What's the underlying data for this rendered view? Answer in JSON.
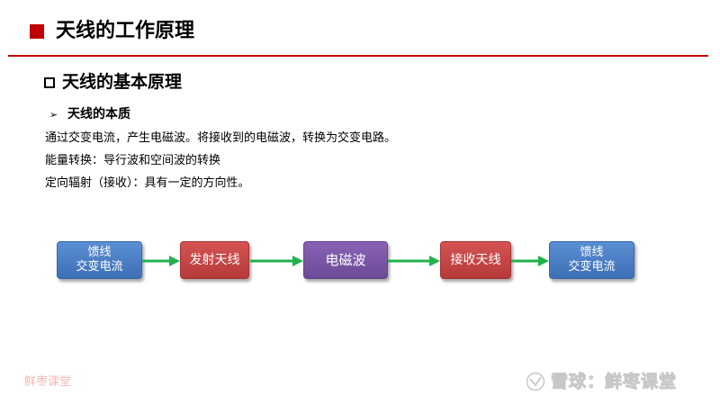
{
  "header": {
    "title": "天线的工作原理",
    "accent_color": "#c00000"
  },
  "section": {
    "title": "天线的基本原理",
    "marker_icon": "hollow-square-icon"
  },
  "subsection": {
    "bullet": "➢",
    "title": "天线的本质"
  },
  "body": {
    "lines": [
      "通过交变电流，产生电磁波。将接收到的电磁波，转换为交变电路。",
      "能量转换：导行波和空间波的转换",
      "定向辐射（接收）：具有一定的方向性。"
    ]
  },
  "flow": {
    "boxes": [
      {
        "label": "馈线\n交变电流",
        "color": "#4a7cc4"
      },
      {
        "label": "发射天线",
        "color": "#c44544"
      },
      {
        "label": "电磁波",
        "color": "#7a55a6"
      },
      {
        "label": "接收天线",
        "color": "#c44544"
      },
      {
        "label": "馈线\n交变电流",
        "color": "#4a7cc4"
      }
    ],
    "arrow_color": "#22b14c"
  },
  "watermarks": {
    "left": "鲜枣课堂",
    "right": "雪球：鲜枣课堂"
  }
}
